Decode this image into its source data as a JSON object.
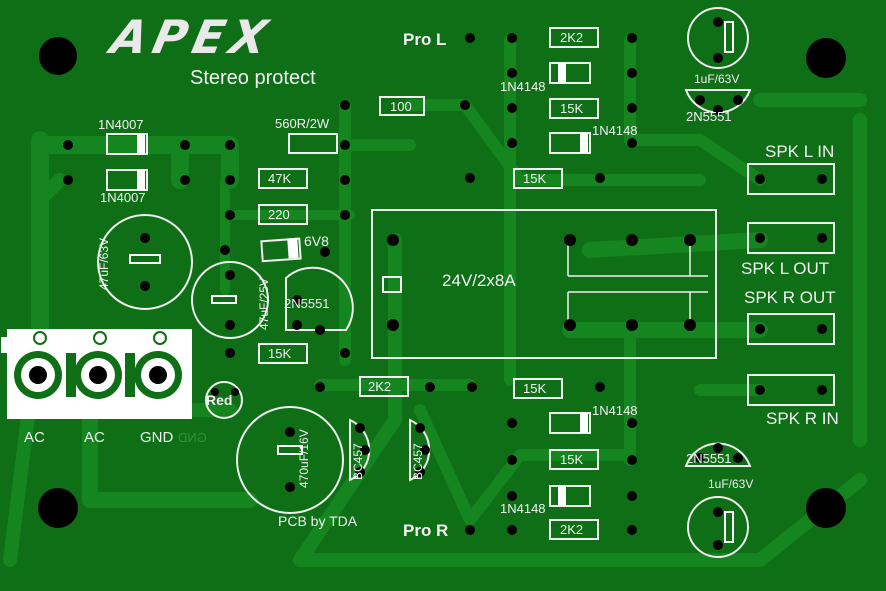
{
  "board": {
    "brand": "APEX",
    "subtitle": "Stereo protect",
    "credit": "PCB by TDA",
    "relay_label": "24V/2x8A",
    "connectors": {
      "pro_l": "Pro L",
      "pro_r": "Pro R",
      "spk_l_in": "SPK L IN",
      "spk_l_out": "SPK L OUT",
      "spk_r_out": "SPK R OUT",
      "spk_r_in": "SPK R IN"
    },
    "terminal_labels": [
      "AC",
      "AC",
      "GND"
    ],
    "led_label": "Red",
    "components": {
      "d_top": "1N4007",
      "d_bottom": "1N4007",
      "r_560": "560R/2W",
      "r_100": "100",
      "r_47k": "47K",
      "r_220": "220",
      "zener": "6V8",
      "r_15k_mid": "15K",
      "c_47uf_63": "47uF/63V",
      "c_47uf_25": "47uF/25V",
      "q_2n5551_mid": "2N5551",
      "c_470uf": "470uF/16V",
      "q_bc457_a": "BC457",
      "q_bc457_b": "BC457",
      "r_2k2_mid": "2K2",
      "r_2k2_top": "2K2",
      "d_1n4148_a": "1N4148",
      "r_15k_a": "15K",
      "d_1n4148_b": "1N4148",
      "r_15k_b": "15K",
      "c_1uf_top": "1uF/63V",
      "q_2n5551_top": "2N5551",
      "r_15k_c": "15K",
      "d_1n4148_c": "1N4148",
      "r_15k_d": "15K",
      "d_1n4148_d": "1N4148",
      "r_2k2_bot": "2K2",
      "c_1uf_bot": "1uF/63V",
      "q_2n5551_bot": "2N5551",
      "gnd_mirror": "GND"
    }
  }
}
